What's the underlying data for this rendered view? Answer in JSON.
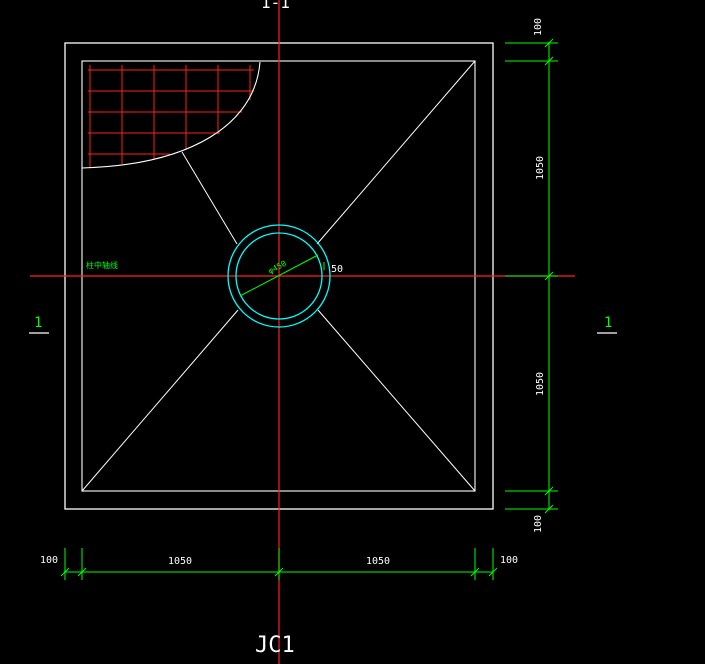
{
  "drawing": {
    "section_top_label": "1-1",
    "section_left_label": "1",
    "section_right_label": "1",
    "footing_name": "JC1",
    "center_line_label": "柱中轴线",
    "column_diameter_label": "φ450",
    "cover_label": "50"
  },
  "dimensions": {
    "horizontal": [
      "100",
      "1050",
      "1050",
      "100"
    ],
    "vertical": [
      "100",
      "1050",
      "1050",
      "100"
    ]
  },
  "colors": {
    "background": "#000000",
    "outline": "#ffffff",
    "axis": "#ff2020",
    "rebar": "#ff2020",
    "dimension": "#00ff00",
    "column": "#00ffff"
  }
}
